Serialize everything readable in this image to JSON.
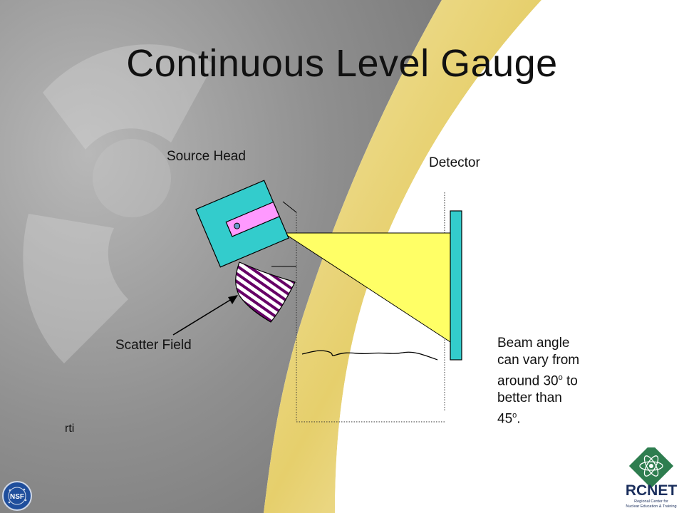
{
  "slide": {
    "title": "Continuous Level Gauge",
    "source_head_label": "Source Head",
    "detector_label": "Detector",
    "scatter_field_label": "Scatter Field",
    "footer_text": "rti",
    "beam_note": {
      "line1": "Beam angle",
      "line2": "can vary from",
      "line3_pre": "around 30",
      "line3_sup": "o",
      "line3_post": " to",
      "line4": "better than",
      "line5_pre": "45",
      "line5_sup": "o",
      "line5_post": "."
    }
  },
  "logos": {
    "nsf": "NSF",
    "rcnet": "RCNET",
    "rcnet_tagline_1": "Regional Center for",
    "rcnet_tagline_2": "Nuclear Education & Training"
  },
  "colors": {
    "background_gray": "#8c8c8c",
    "swoosh_yellow": "#e8d27a",
    "source_head": "#33cccc",
    "source_capsule": "#ff99ff",
    "beam": "#ffff66",
    "detector": "#33cccc",
    "scatter_hatch": "#660066",
    "rcnet_green": "#2e7d4f",
    "rcnet_navy": "#1a2e5c"
  }
}
